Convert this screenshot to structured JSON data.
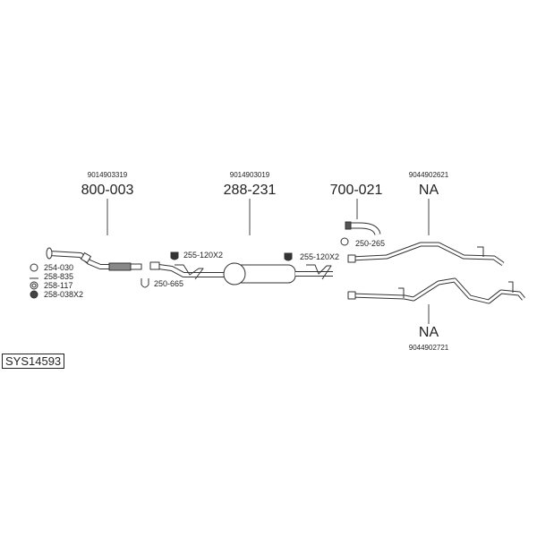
{
  "system_code": "SYS14593",
  "parts": [
    {
      "oe": "9014903319",
      "number": "800-003"
    },
    {
      "oe": "9014903019",
      "number": "288-231"
    },
    {
      "number": "700-021"
    },
    {
      "oe": "9044902621",
      "number": "NA"
    },
    {
      "oe": "9044902721",
      "number": "NA"
    }
  ],
  "accessories": {
    "legend": [
      "254-030",
      "258-835",
      "258-117",
      "258-038X2"
    ],
    "clamp_1": "255-120X2",
    "u_bolt": "250-665",
    "clamp_2": "255-120X2",
    "clamp_3": "250-265"
  }
}
